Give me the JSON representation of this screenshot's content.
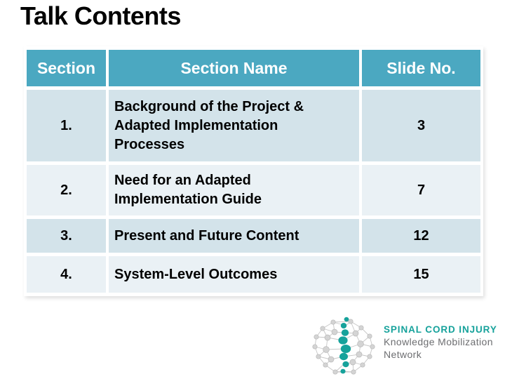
{
  "title": "Talk Contents",
  "table": {
    "headers": [
      "Section",
      "Section Name",
      "Slide No."
    ],
    "rows": [
      {
        "section": "1.",
        "name": "Background of the Project &\nAdapted Implementation\nProcesses",
        "slide": "3"
      },
      {
        "section": "2.",
        "name": "Need for an Adapted\nImplementation Guide",
        "slide": "7"
      },
      {
        "section": "3.",
        "name": "Present and Future Content",
        "slide": "12"
      },
      {
        "section": "4.",
        "name": "System-Level Outcomes",
        "slide": "15"
      }
    ]
  },
  "logo": {
    "line1": "SPINAL CORD INJURY",
    "line2": "Knowledge Mobilization",
    "line3": "Network"
  },
  "colors": {
    "header_bg": "#4BA8C1",
    "header_text": "#FFFFFF",
    "row_alt_dark": "#D3E3EA",
    "row_alt_light": "#EAF1F5",
    "body_text": "#000000",
    "logo_teal": "#16A29B",
    "logo_gray": "#6D6E71"
  }
}
